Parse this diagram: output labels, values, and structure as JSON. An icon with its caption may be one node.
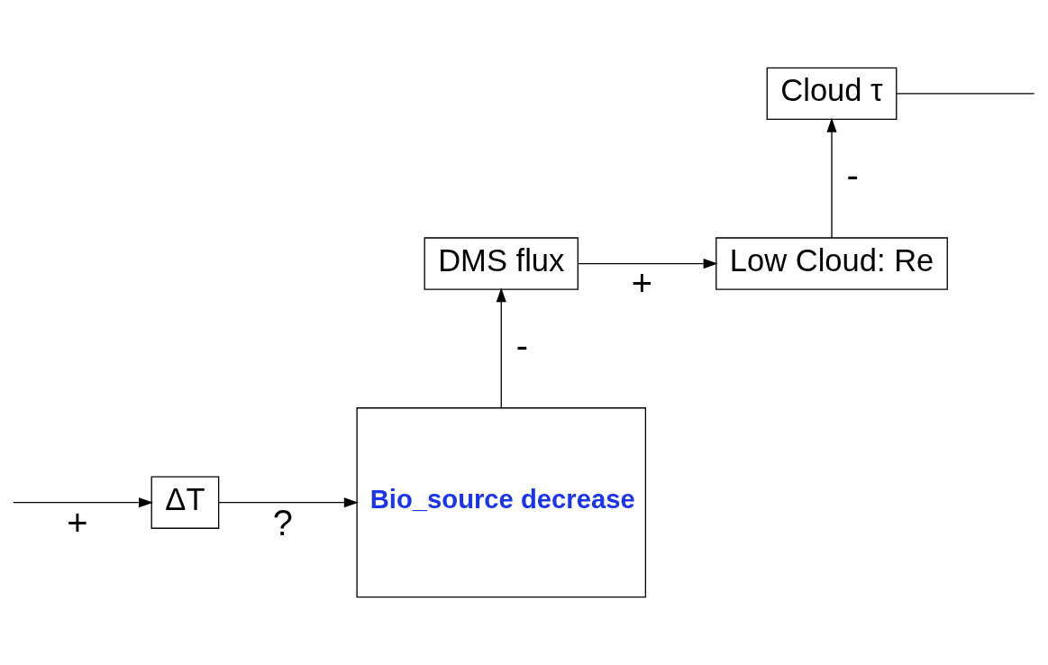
{
  "diagram": {
    "nodes": [
      {
        "text": [
          "Cloud τ"
        ]
      },
      {
        "text": [
          "DMS flux"
        ]
      },
      {
        "text": [
          "Low Cloud: Re"
        ]
      },
      {
        "text": [
          "Bio_source decrease"
        ]
      },
      {
        "text": [
          "ΔT"
        ]
      }
    ],
    "edges": [
      {
        "from": 0,
        "to": null,
        "arrow": "none"
      },
      {
        "from": 2,
        "to": 0,
        "arrow": "to",
        "label": "-"
      },
      {
        "from": 1,
        "to": 2,
        "arrow": "to",
        "label": "+"
      },
      {
        "from": 3,
        "to": 1,
        "arrow": "to",
        "label": "-"
      },
      {
        "from": 4,
        "to": 3,
        "arrow": "to",
        "label": "?"
      },
      {
        "from": null,
        "to": 4,
        "arrow": "to",
        "label": "+"
      }
    ]
  }
}
